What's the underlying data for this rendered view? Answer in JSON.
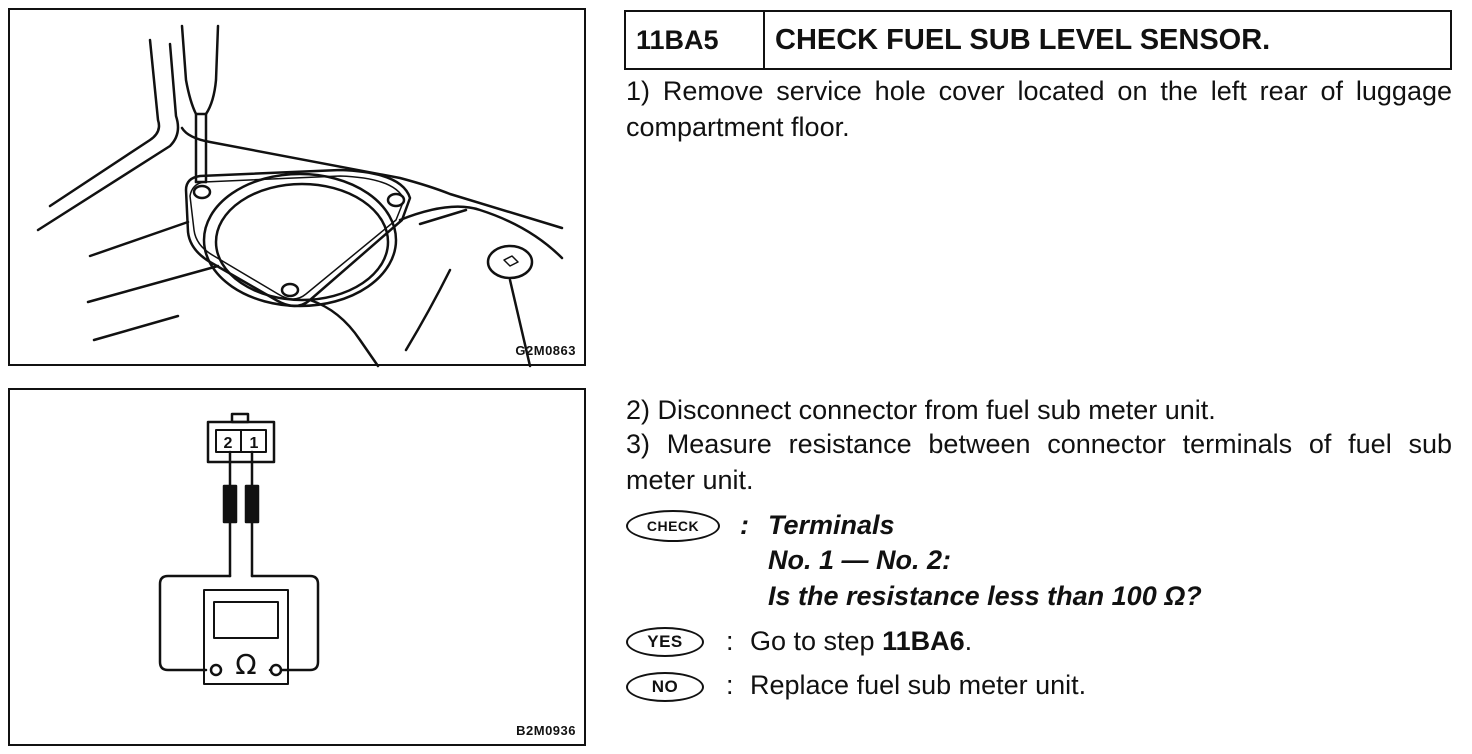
{
  "figures": {
    "top": {
      "code": "G2M0863"
    },
    "bottom": {
      "code": "B2M0936",
      "terminal_left": "2",
      "terminal_right": "1",
      "meter_symbol": "Ω"
    }
  },
  "step": {
    "code": "11BA5",
    "title": "CHECK FUEL SUB LEVEL SENSOR."
  },
  "instructions": {
    "p1": "1) Remove service hole cover located on the left rear of luggage compartment floor.",
    "p2": "2) Disconnect connector from fuel sub meter unit.",
    "p3": "3) Measure resistance between connector terminals of fuel sub meter unit."
  },
  "check": {
    "badge": "CHECK",
    "colon": ":",
    "line1": "Terminals",
    "line2": "No. 1 — No. 2:",
    "line3": "Is the resistance less than 100 Ω?"
  },
  "yes": {
    "badge": "YES",
    "colon": ":",
    "text": "Go to step ",
    "target": "11BA6",
    "suffix": "."
  },
  "no": {
    "badge": "NO",
    "colon": ":",
    "text": "Replace fuel sub meter unit."
  }
}
